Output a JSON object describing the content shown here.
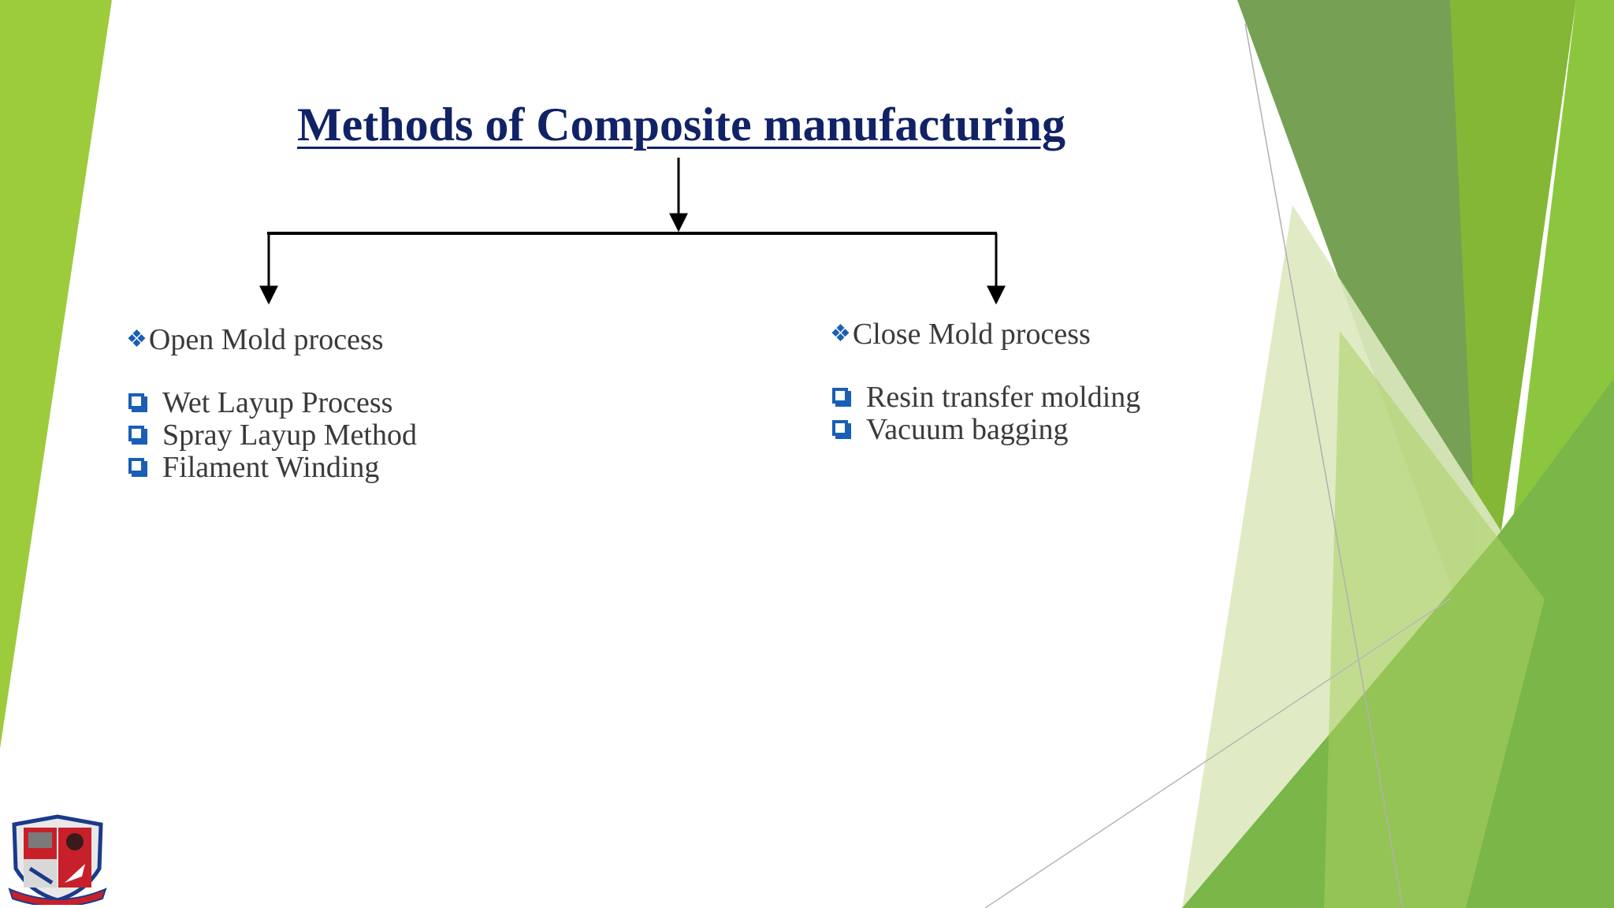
{
  "title": "Methods of Composite manufacturing",
  "colors": {
    "title": "#112266",
    "bullet": "#1a5fb4",
    "body_text": "#3a3a3a",
    "green_light": "#9ccb3b",
    "green_mid": "#6fb23f",
    "green_dark": "#5b8f3a"
  },
  "branches": [
    {
      "heading": "Open Mold process",
      "marker_icon": "four-diamond-bullet-icon",
      "items": [
        "Wet Layup Process",
        "Spray Layup Method",
        "Filament Winding"
      ]
    },
    {
      "heading": "Close Mold process",
      "marker_icon": "four-diamond-bullet-icon",
      "items": [
        "Resin transfer molding",
        "Vacuum bagging"
      ]
    }
  ],
  "logo": {
    "icon": "university-crest-icon"
  }
}
